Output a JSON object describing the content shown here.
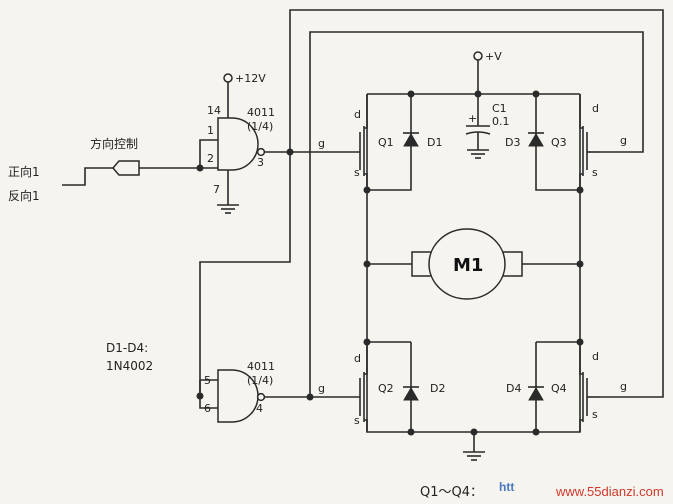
{
  "supply": {
    "gate_vcc": "+12V",
    "bridge_vcc": "+V"
  },
  "control": {
    "label": "方向控制",
    "forward": "正向1",
    "reverse": "反向1"
  },
  "gate1": {
    "part": "4011",
    "fraction": "(1/4)",
    "pin_vcc": "14",
    "pin_in1": "1",
    "pin_in2": "2",
    "pin_out": "3",
    "pin_gnd": "7"
  },
  "gate2": {
    "part": "4011",
    "fraction": "(1/4)",
    "pin_in1": "5",
    "pin_in2": "6",
    "pin_out": "4"
  },
  "diodes_note": {
    "line1": "D1-D4:",
    "line2": "1N4002"
  },
  "capacitor": {
    "ref": "C1",
    "value": "0.1",
    "polarity": "+"
  },
  "motor": "M1",
  "transistors": {
    "q1": "Q1",
    "q2": "Q2",
    "q3": "Q3",
    "q4": "Q4"
  },
  "diodes": {
    "d1": "D1",
    "d2": "D2",
    "d3": "D3",
    "d4": "D4"
  },
  "pin_letters": {
    "drain": "d",
    "source": "s",
    "gate": "g"
  },
  "footnote": "Q1～Q4：",
  "watermark": {
    "stamp": "htt",
    "url": "www.55dianzi.com"
  }
}
